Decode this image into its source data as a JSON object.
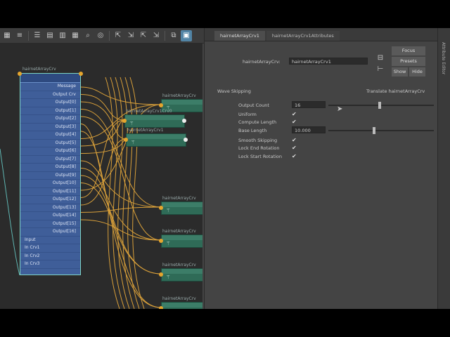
{
  "toolbar": {
    "icons": [
      "grid-icon",
      "align-icon",
      "list-icon",
      "layout-icon",
      "layout2-icon",
      "layout3-icon",
      "search-icon",
      "target-icon",
      "pin1-icon",
      "pin2-icon",
      "pin3-icon",
      "pin4-icon",
      "graph-icon",
      "active-view-icon"
    ]
  },
  "graph": {
    "main_node": {
      "title": "hairnetArrayCrv",
      "ports_out": [
        "Message",
        "Output Crv",
        "Output[0]",
        "Output[1]",
        "Output[2]",
        "Output[3]",
        "Output[4]",
        "Output[5]",
        "Output[6]",
        "Output[7]",
        "Output[8]",
        "Output[9]",
        "Output[10]",
        "Output[11]",
        "Output[12]",
        "Output[13]",
        "Output[14]",
        "Output[15]",
        "Output[16]"
      ],
      "ports_in": [
        "Input",
        "In Crv1",
        "In Crv2",
        "In Crv3"
      ]
    },
    "small_nodes": [
      {
        "title": "hairnetArrayCrv"
      },
      {
        "title": "hairnetArrayCrv1Crv0"
      },
      {
        "title": "hairnetArrayCrv1"
      },
      {
        "title": "hairnetArrayCrv"
      },
      {
        "title": "hairnetArrayCrv"
      },
      {
        "title": "hairnetArrayCrv"
      },
      {
        "title": "hairnetArrayCrv"
      }
    ]
  },
  "panel": {
    "tabs": [
      "hairnetArrayCrv1",
      "hairnetArrayCrv1Attributes"
    ],
    "node_label": "hairnetArrayCrv:",
    "node_value": "hairnetArrayCrv1",
    "focus_label": "Focus",
    "presets_label": "Presets",
    "show_label": "Show",
    "hide_label": "Hide",
    "section_title": "Wave Skipping",
    "section_right": "Translate hairnetArrayCrv",
    "attrs": [
      {
        "label": "Output Count",
        "type": "slider",
        "value": "16",
        "level": 0.47
      },
      {
        "label": "Uniform",
        "type": "check",
        "checked": true
      },
      {
        "label": "Compute Length",
        "type": "check",
        "checked": true
      },
      {
        "label": "Base Length",
        "type": "slider",
        "value": "10.000",
        "level": 0.42
      },
      {
        "label": "Smooth Skipping",
        "type": "check",
        "checked": true
      },
      {
        "label": "Lock End Rotation",
        "type": "check",
        "checked": true
      },
      {
        "label": "Lock Start Rotation",
        "type": "check",
        "checked": true
      }
    ],
    "side_strip": "Attribute Editor"
  }
}
